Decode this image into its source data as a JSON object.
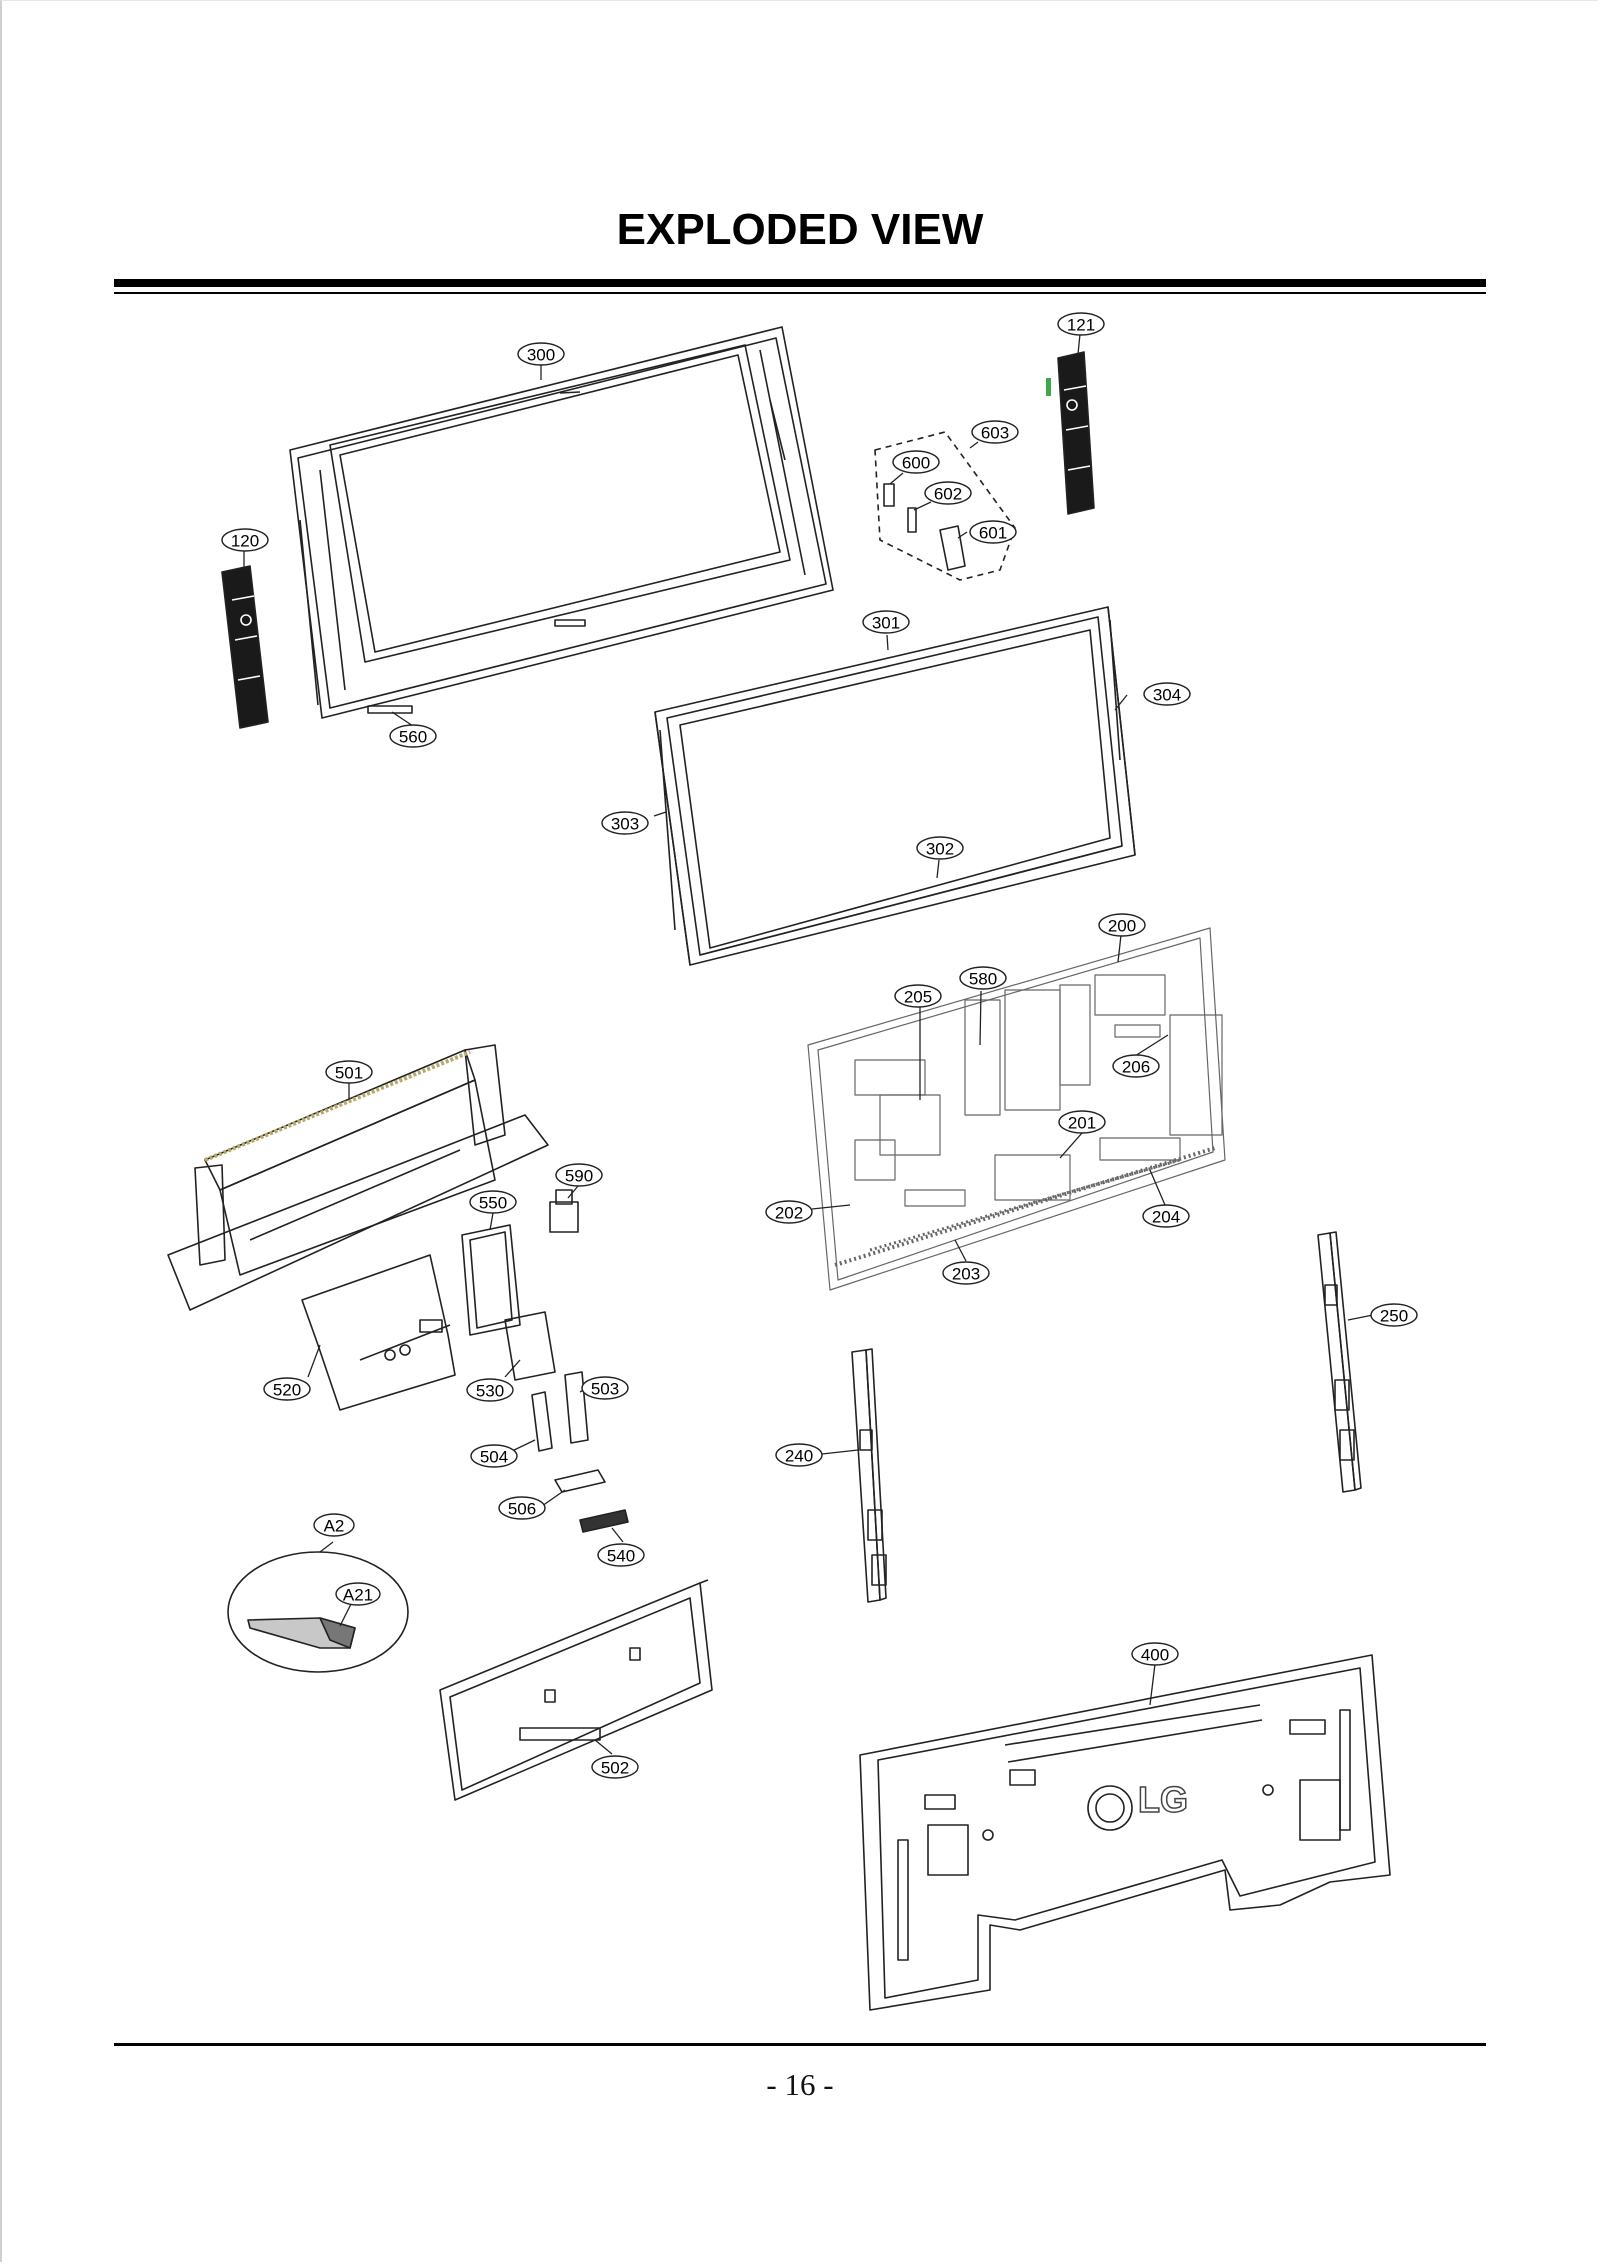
{
  "page": {
    "title": "EXPLODED VIEW",
    "page_number": "- 16 -"
  },
  "diagram": {
    "logo_text": "LG",
    "callouts": [
      {
        "id": "c300",
        "label": "300"
      },
      {
        "id": "c121",
        "label": "121"
      },
      {
        "id": "c603",
        "label": "603"
      },
      {
        "id": "c600",
        "label": "600"
      },
      {
        "id": "c602",
        "label": "602"
      },
      {
        "id": "c601",
        "label": "601"
      },
      {
        "id": "c120",
        "label": "120"
      },
      {
        "id": "c301",
        "label": "301"
      },
      {
        "id": "c304",
        "label": "304"
      },
      {
        "id": "c560",
        "label": "560"
      },
      {
        "id": "c303",
        "label": "303"
      },
      {
        "id": "c302",
        "label": "302"
      },
      {
        "id": "c200",
        "label": "200"
      },
      {
        "id": "c580",
        "label": "580"
      },
      {
        "id": "c205",
        "label": "205"
      },
      {
        "id": "c206",
        "label": "206"
      },
      {
        "id": "c501",
        "label": "501"
      },
      {
        "id": "c201",
        "label": "201"
      },
      {
        "id": "c590",
        "label": "590"
      },
      {
        "id": "c550",
        "label": "550"
      },
      {
        "id": "c202",
        "label": "202"
      },
      {
        "id": "c204",
        "label": "204"
      },
      {
        "id": "c203",
        "label": "203"
      },
      {
        "id": "c250",
        "label": "250"
      },
      {
        "id": "c520",
        "label": "520"
      },
      {
        "id": "c530",
        "label": "530"
      },
      {
        "id": "c503",
        "label": "503"
      },
      {
        "id": "c240",
        "label": "240"
      },
      {
        "id": "c504",
        "label": "504"
      },
      {
        "id": "c506",
        "label": "506"
      },
      {
        "id": "c540",
        "label": "540"
      },
      {
        "id": "cA2",
        "label": "A2"
      },
      {
        "id": "cA21",
        "label": "A21"
      },
      {
        "id": "c400",
        "label": "400"
      },
      {
        "id": "c502",
        "label": "502"
      }
    ]
  }
}
